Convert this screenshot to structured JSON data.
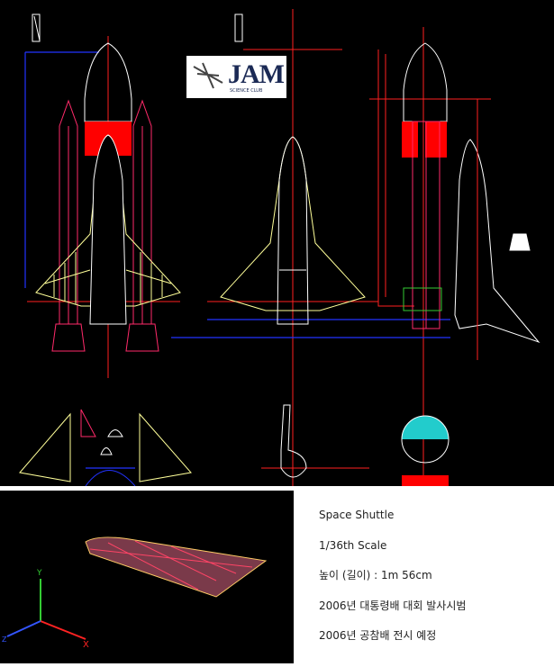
{
  "drawing": {
    "title": "Space Shuttle blueprint",
    "colors": {
      "background": "#000000",
      "outline": "#ffffff",
      "booster": "#ff2a6a",
      "wing_grid": "#ffff99",
      "dimension": "#2233ff",
      "centerline": "#ff2020",
      "tank_fill": "#ff0000",
      "window_fill": "#22cccc"
    }
  },
  "logo": {
    "text": "JAM",
    "subtext": "SCIENCE CLUB"
  },
  "info": {
    "lines": [
      "Space Shuttle",
      "1/36th Scale",
      "높이 (길이) : 1m 56cm",
      "2006년 대통령배 대회 발사시범",
      "2006년 공참배 전시 예정"
    ]
  },
  "axes": {
    "x": "X",
    "y": "Y",
    "z": "Z"
  }
}
